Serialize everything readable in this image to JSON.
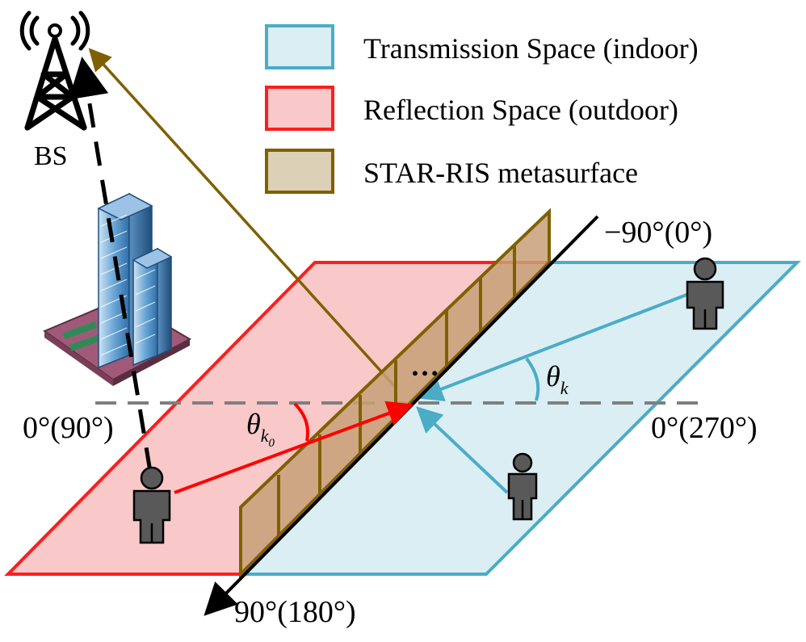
{
  "legend": {
    "transmission": {
      "label": "Transmission Space (indoor)",
      "fill": "#daeef3",
      "stroke": "#4bacc6"
    },
    "reflection": {
      "label": "Reflection Space (outdoor)",
      "fill": "#f9c8c8",
      "stroke": "#ff1e1e"
    },
    "metasurface": {
      "label": "STAR-RIS metasurface",
      "fill": "#dcd0b6",
      "stroke": "#7f6000"
    }
  },
  "labels": {
    "bs": "BS",
    "top_angle": "−90°(0°)",
    "left_angle": "0°(90°)",
    "right_angle": "0°(270°)",
    "bottom_angle": "90°(180°)",
    "dots": "…",
    "theta": "θ",
    "sub_k": "k",
    "sub_k0_k": "k",
    "sub_k0_0": "0"
  },
  "icons": [
    "bs-tower-icon",
    "building-icon",
    "user-icon"
  ],
  "colors": {
    "reflect_arrow": "#ff0000",
    "transmit_arrow": "#4bacc6",
    "bs_link": "#7f6000",
    "axis": "#000000",
    "dashed_axis": "#7f7f7f",
    "user": "#595959"
  }
}
